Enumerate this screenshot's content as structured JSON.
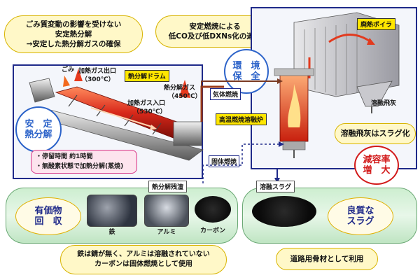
{
  "callouts": {
    "top_left": [
      "ごみ質変動の影響を受けない",
      "安定熱分解",
      "→安定した熱分解ガスの確保"
    ],
    "top_center": [
      "安定燃焼による",
      "低CO及び低DXNs化の達成"
    ],
    "stay_time": [
      "・停留時間  約1時間",
      "・無酸素状態で加熱分解(蒸焼)"
    ],
    "metal_note": [
      "鉄は錆が無く、アルミは溶融されていない",
      "カーボンは固体燃焼として使用"
    ],
    "road_use": "道路用骨材として利用",
    "slag_fly_ash": "溶融飛灰はスラグ化"
  },
  "labels": {
    "drum": "熱分解ドラム",
    "boiler": "廃熱ボイラ",
    "melting_furnace": "高温燃焼溶融炉",
    "residue": "熱分解残渣",
    "slag": "溶融スラグ",
    "gas_combustion": "気体燃焼",
    "solid_combustion": "固体燃焼",
    "garbage": "ごみ",
    "gas_outlet": "加熱ガス出口",
    "gas_outlet_temp": "（300℃）",
    "gas_inlet": "加熱ガス入口",
    "gas_inlet_temp": "（530℃）",
    "pyro_gas": "熱分解ガス",
    "pyro_gas_temp": "（450℃）",
    "molten_fly_ash": "溶融飛灰",
    "iron": "鉄",
    "aluminum": "アルミ",
    "carbon": "カーボン"
  },
  "badges": {
    "stable": [
      "安　定",
      "熱分解"
    ],
    "environment": [
      "環　境",
      "保　全"
    ],
    "volume_reduction": [
      "減容率",
      "増　大"
    ],
    "valuable": [
      "有価物",
      "回　収"
    ],
    "good_slag": [
      "良質な",
      "スラグ"
    ]
  },
  "colors": {
    "frame_blue": "#1f2a8a",
    "badge_blue": "#2c63c9",
    "label_yellow": "#ffe600",
    "band_green": "#cdeed0",
    "badge_red": "#d21a1a"
  }
}
